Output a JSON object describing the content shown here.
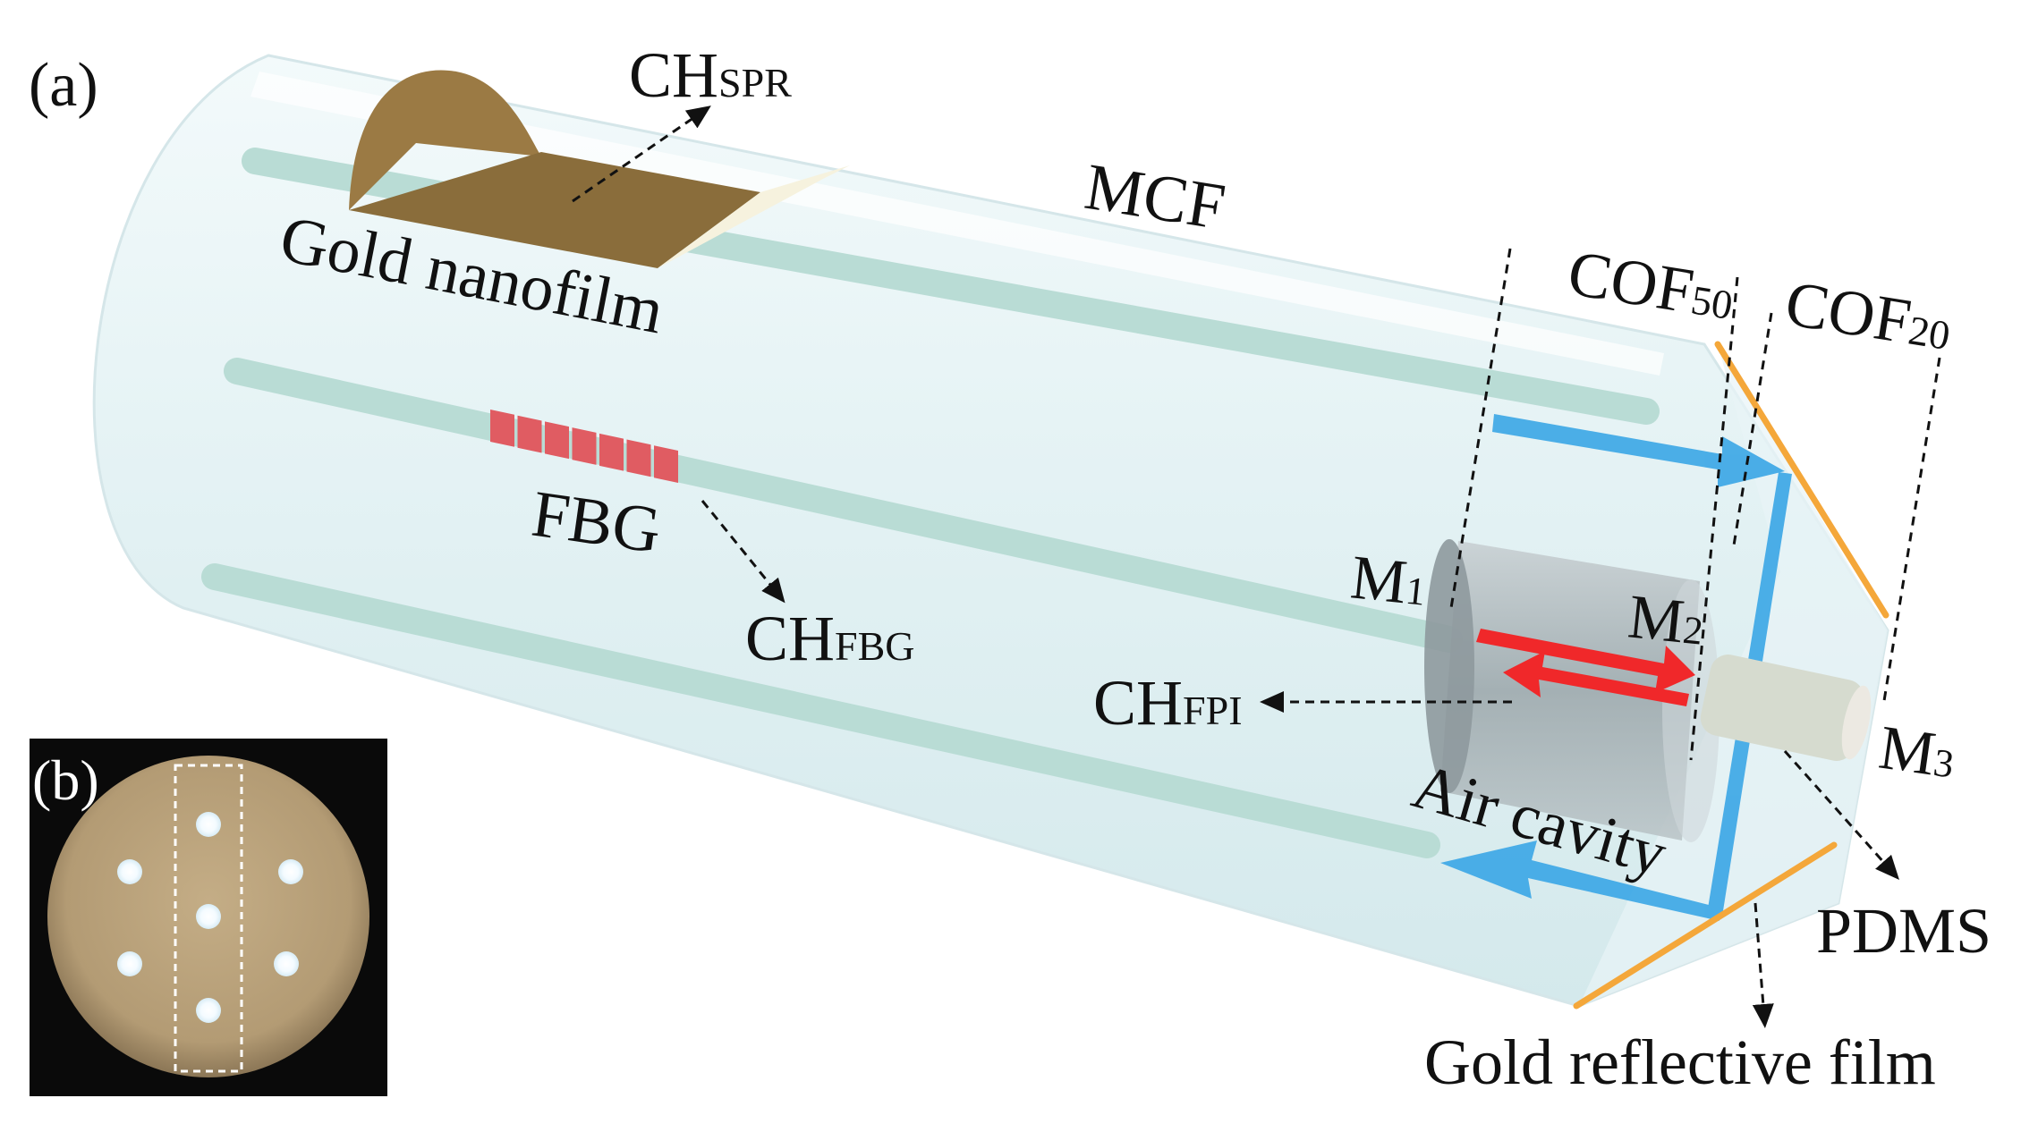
{
  "panels": {
    "a": "(a)",
    "b": "(b)"
  },
  "labels": {
    "ch_spr_main": "CH",
    "ch_spr_sub": "SPR",
    "mcf": "MCF",
    "gold_nanofilm": "Gold nanofilm",
    "cof50_main": "COF",
    "cof50_sub": "50",
    "cof20_main": "COF",
    "cof20_sub": "20",
    "fbg": "FBG",
    "ch_fbg_main": "CH",
    "ch_fbg_sub": "FBG",
    "m1_main": "M",
    "m1_sub": "1",
    "m2_main": "M",
    "m2_sub": "2",
    "m3_main": "M",
    "m3_sub": "3",
    "ch_fpi_main": "CH",
    "ch_fpi_sub": "FPI",
    "air_cavity": "Air cavity",
    "pdms": "PDMS",
    "gold_reflective_film": "Gold reflective film"
  },
  "colors": {
    "fiber_cladding": "#e3f2f4",
    "core": "#b9dcd5",
    "gold": "#8a6d3b",
    "fbg_grating": "#e05c62",
    "light_path": "#3aa6e6",
    "laser": "#f0282a",
    "reflective_film": "#f4a73a",
    "micrograph_bg": "#0a0a0a",
    "micrograph_disc": "#b79f78"
  }
}
